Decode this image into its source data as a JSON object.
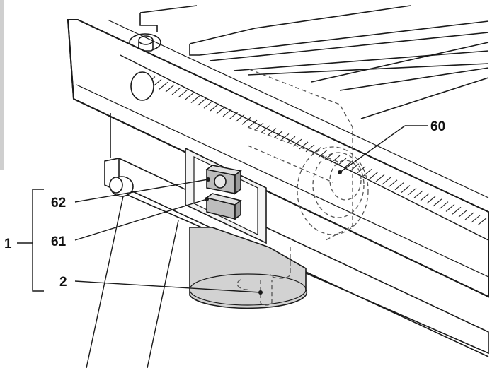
{
  "callouts": {
    "label_60": "60",
    "label_62": "62",
    "label_61": "61",
    "label_1": "1",
    "label_2": "2"
  },
  "colors": {
    "line": "#1a1a1a",
    "dashed": "#555555",
    "motor_fill": "#d2d2d2",
    "panel_fill": "#f4f4f4",
    "shadow": "#e8e8e8"
  }
}
